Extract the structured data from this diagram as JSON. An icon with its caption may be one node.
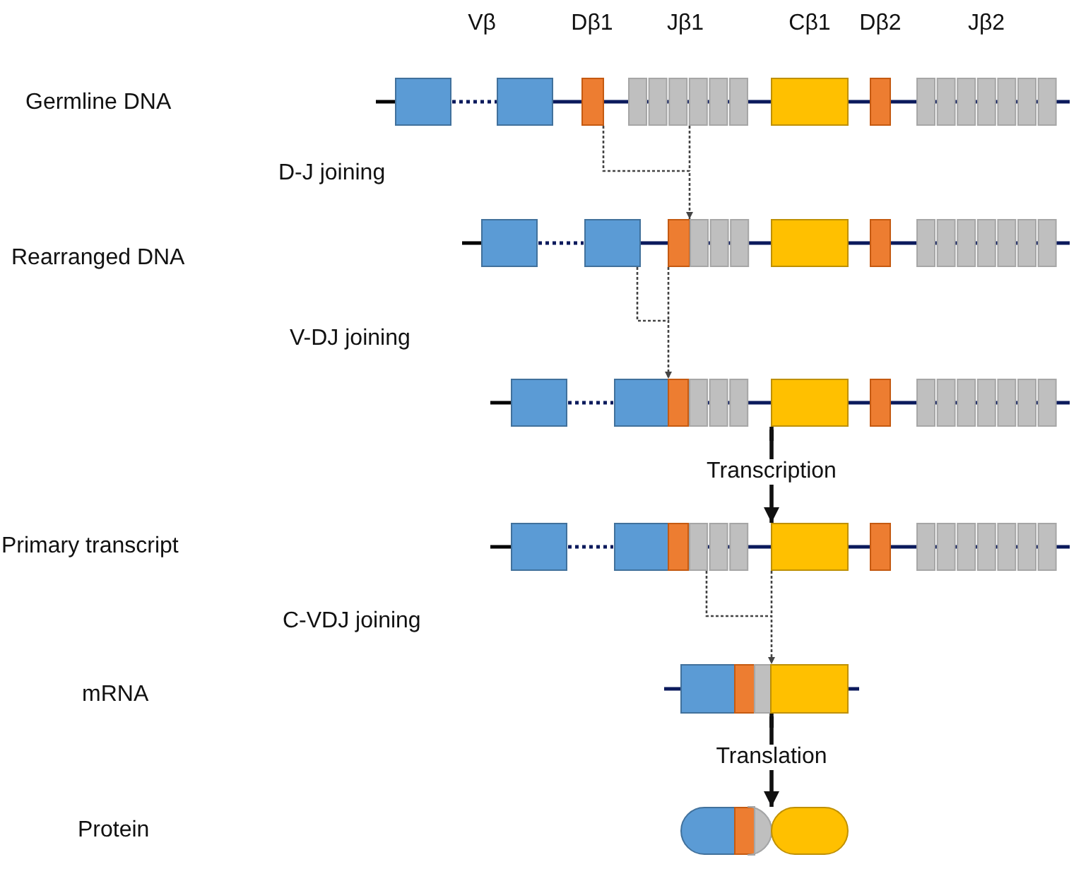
{
  "diagram": {
    "nodes": [
      {
        "text": [],
        "shape": "bar"
      },
      {
        "text": [],
        "shape": "bar"
      },
      {
        "text": [],
        "shape": "bar"
      },
      {
        "text": [],
        "shape": "bar"
      },
      {
        "text": [],
        "shape": "bar"
      },
      {
        "text": [],
        "shape": "bar"
      }
    ],
    "edges": [
      {
        "from": 0,
        "to": 1,
        "arrow": "to",
        "style": "dashed"
      },
      {
        "from": 1,
        "to": 2,
        "arrow": "to",
        "style": "dashed"
      },
      {
        "from": 2,
        "to": 3,
        "arrow": "to",
        "label": "Transcription"
      },
      {
        "from": 3,
        "to": 4,
        "arrow": "to",
        "style": "dashed"
      },
      {
        "from": 4,
        "to": 5,
        "arrow": "to",
        "label": "Translation"
      }
    ],
    "labels": [
      "Vβ",
      "Dβ1",
      "Jβ1",
      "Cβ1",
      "Dβ2",
      "Jβ2",
      "Germline DNA",
      "D-J joining",
      "Rearranged DNA",
      "V-DJ joining",
      "Primary transcript",
      "C-VDJ joining",
      "mRNA",
      "Protein"
    ]
  }
}
